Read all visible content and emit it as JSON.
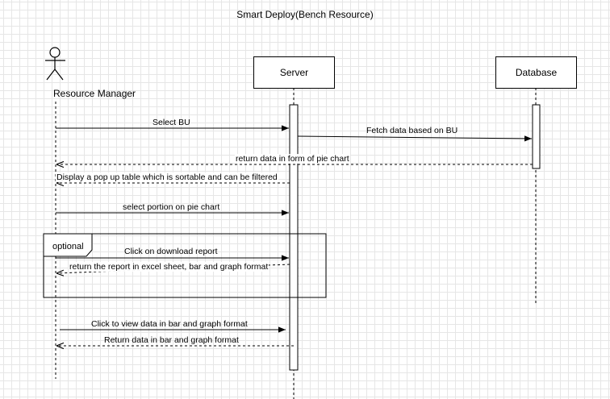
{
  "diagram": {
    "title": "Smart Deploy(Bench Resource)",
    "participants": {
      "actor": "Resource Manager",
      "server": "Server",
      "database": "Database"
    },
    "fragment": {
      "label": "optional"
    },
    "messages": [
      "Select BU",
      "Fetch data based on BU",
      "return data in form of pie chart",
      "Display a pop up table which is sortable and can be filtered",
      "select portion on pie chart",
      "Click on download report",
      "return the report in excel sheet, bar and graph format",
      "Click to view data in bar and graph format",
      "Return data in bar and graph format"
    ]
  }
}
